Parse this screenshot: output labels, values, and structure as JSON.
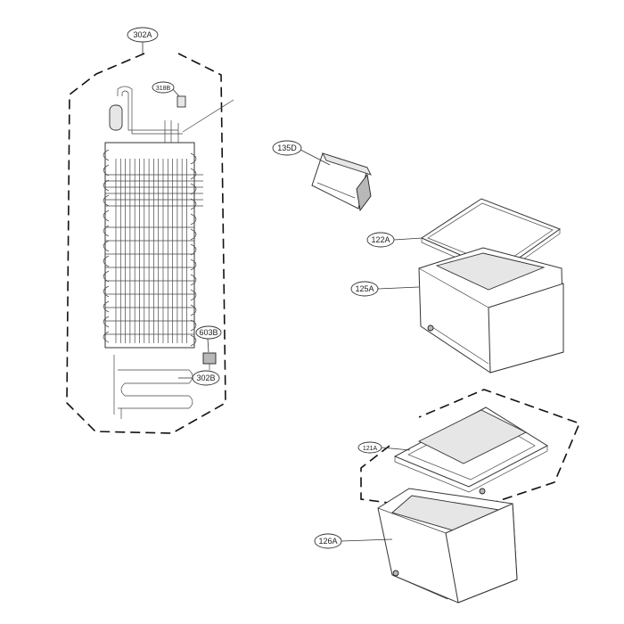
{
  "labels": {
    "l302A": "302A",
    "l318B": "318B",
    "l603B": "603B",
    "l302B": "302B",
    "l135D": "135D",
    "l122A": "122A",
    "l125A": "125A",
    "l121A": "121A",
    "l126A": "126A"
  }
}
